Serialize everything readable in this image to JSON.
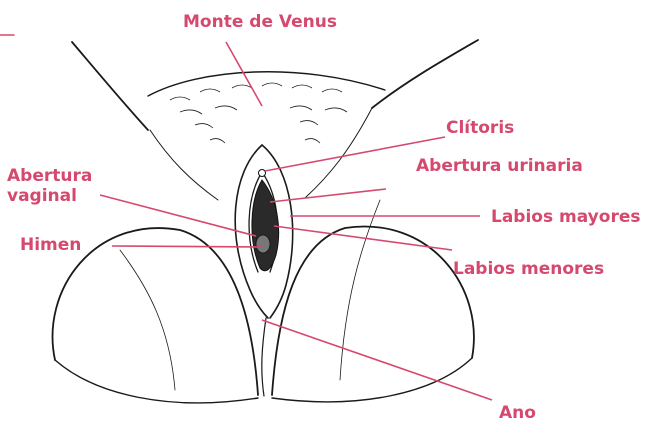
{
  "labels": {
    "monte": "Monte de Venus",
    "clitoris": "Clítoris",
    "urinary": "Abertura urinaria",
    "vaginal": "Abertura\nvaginal",
    "hymen": "Himen",
    "majora": "Labios mayores",
    "minora": "Labios menores",
    "anus": "Ano"
  },
  "colors": {
    "label": "#d6496f",
    "leader": "#d6496f",
    "ink": "#1a1a1a"
  }
}
